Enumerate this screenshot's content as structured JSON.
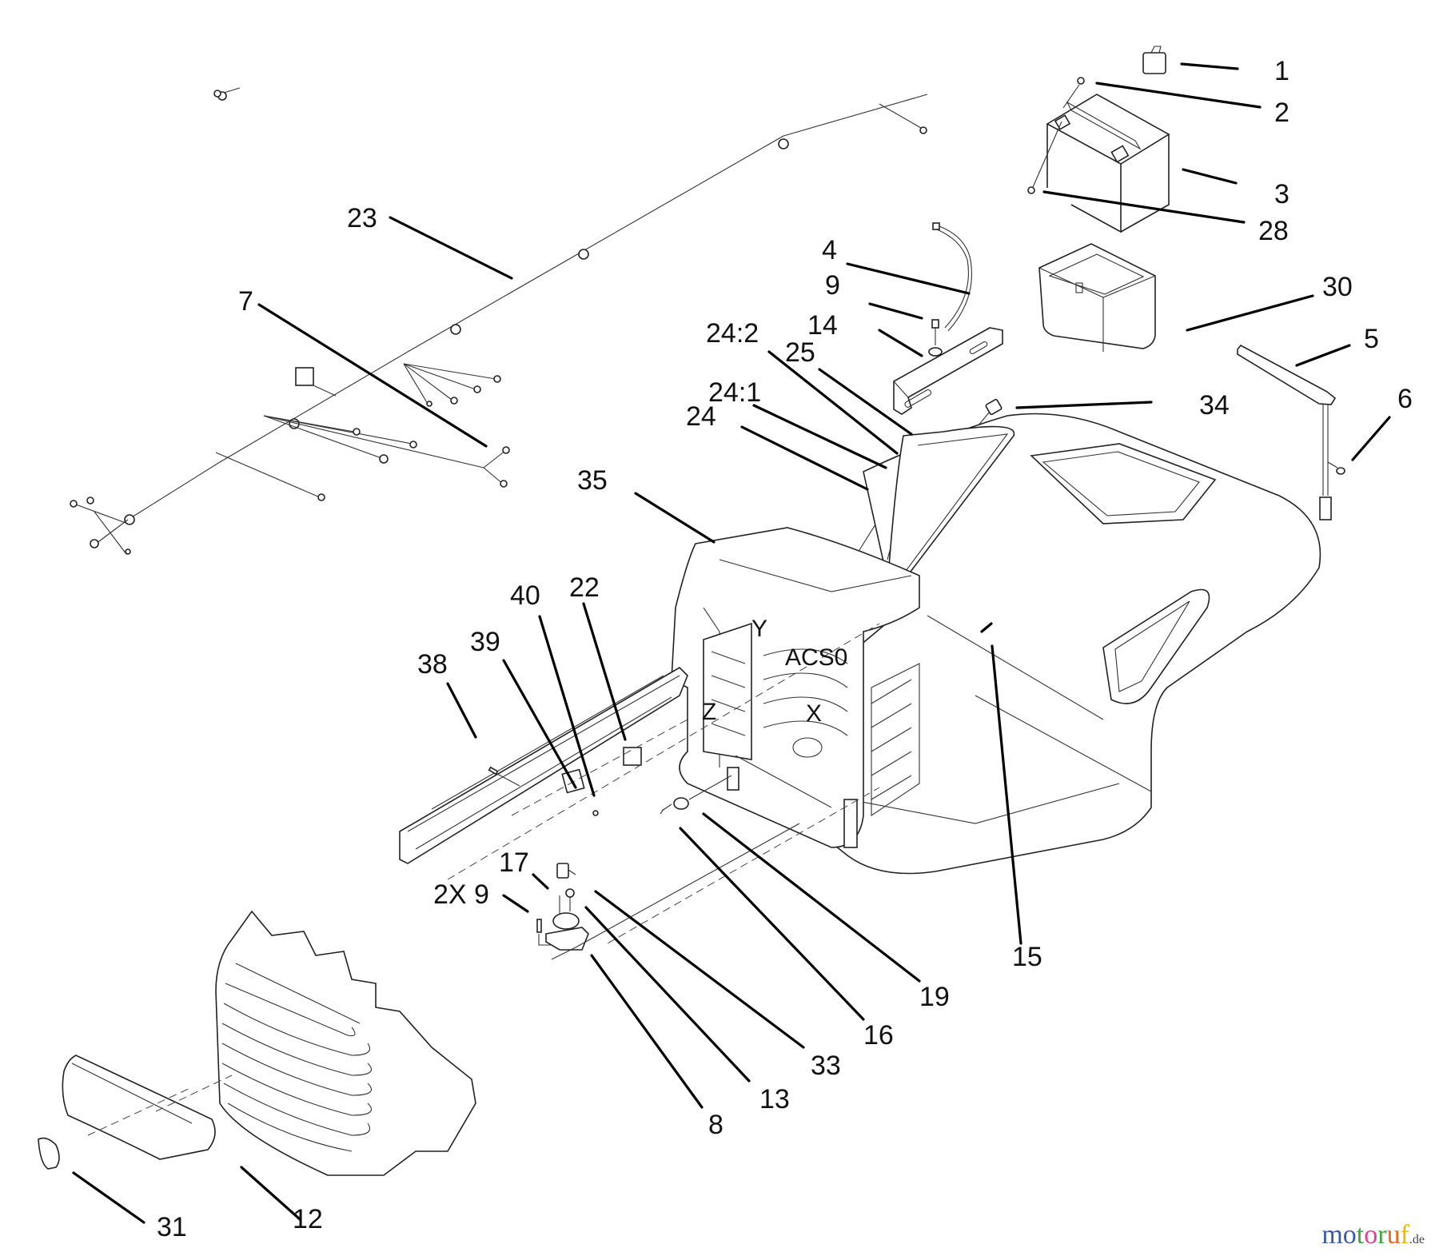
{
  "diagram": {
    "title": "Exploded parts diagram: hood, dash, battery and electrical components",
    "callouts": [
      {
        "id": "1",
        "label": "1"
      },
      {
        "id": "2",
        "label": "2"
      },
      {
        "id": "3",
        "label": "3"
      },
      {
        "id": "28",
        "label": "28"
      },
      {
        "id": "30",
        "label": "30"
      },
      {
        "id": "5",
        "label": "5"
      },
      {
        "id": "6",
        "label": "6"
      },
      {
        "id": "34",
        "label": "34"
      },
      {
        "id": "4",
        "label": "4"
      },
      {
        "id": "9",
        "label": "9"
      },
      {
        "id": "14",
        "label": "14"
      },
      {
        "id": "24:2",
        "label": "24:2"
      },
      {
        "id": "25",
        "label": "25"
      },
      {
        "id": "24:1",
        "label": "24:1"
      },
      {
        "id": "24",
        "label": "24"
      },
      {
        "id": "35",
        "label": "35"
      },
      {
        "id": "23",
        "label": "23"
      },
      {
        "id": "7",
        "label": "7"
      },
      {
        "id": "40",
        "label": "40"
      },
      {
        "id": "22",
        "label": "22"
      },
      {
        "id": "39",
        "label": "39"
      },
      {
        "id": "38",
        "label": "38"
      },
      {
        "id": "17",
        "label": "17"
      },
      {
        "id": "2X 9",
        "label": "2X 9"
      },
      {
        "id": "8",
        "label": "8"
      },
      {
        "id": "13",
        "label": "13"
      },
      {
        "id": "33",
        "label": "33"
      },
      {
        "id": "16",
        "label": "16"
      },
      {
        "id": "19",
        "label": "19"
      },
      {
        "id": "15",
        "label": "15"
      },
      {
        "id": "12",
        "label": "12"
      },
      {
        "id": "31",
        "label": "31"
      }
    ],
    "inner_labels": {
      "y": "Y",
      "acs0": "ACS0",
      "z": "Z",
      "x": "X"
    },
    "parts": [
      "battery-terminal-cap",
      "terminal-bolt",
      "battery",
      "terminal-nut",
      "battery-tray",
      "hold-down-strap",
      "cable-tie",
      "rubber-grommet",
      "battery-cable",
      "screw",
      "washer",
      "bracket",
      "switch-assembly",
      "wire-harness-main",
      "wire-harness-branch",
      "console-dash",
      "hood-body",
      "rail",
      "relay",
      "solenoid",
      "grille",
      "headlight-lens",
      "emblem"
    ]
  },
  "watermark": {
    "brand": "motoruf",
    "suffix": ".de",
    "letters": [
      {
        "ch": "m",
        "color": "#3b5aa8"
      },
      {
        "ch": "o",
        "color": "#3b5aa8"
      },
      {
        "ch": "t",
        "color": "#3fa53b"
      },
      {
        "ch": "o",
        "color": "#e0408c"
      },
      {
        "ch": "r",
        "color": "#3fa53b"
      },
      {
        "ch": "u",
        "color": "#e86a1c"
      },
      {
        "ch": "f",
        "color": "#f2b700"
      }
    ]
  }
}
